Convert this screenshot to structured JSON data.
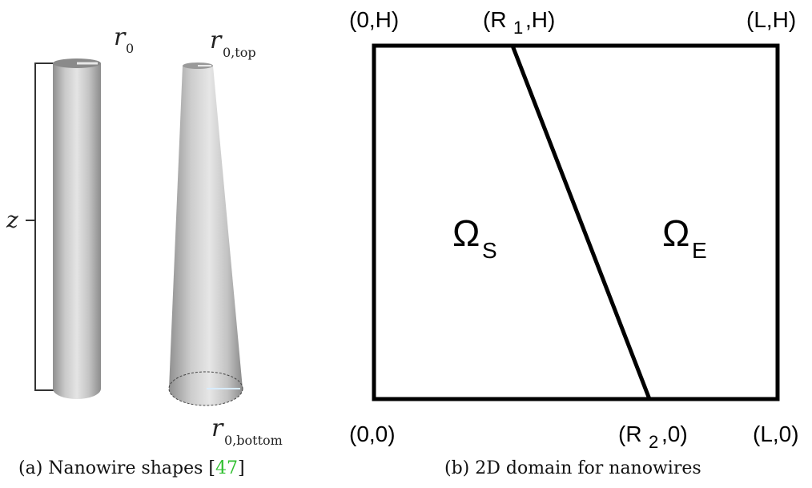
{
  "left_figure": {
    "labels": {
      "r0": "r",
      "r0_sub": "0",
      "r0_top": "r",
      "r0_top_sub": "0,top",
      "r0_bottom": "r",
      "r0_bottom_sub": "0,bottom",
      "z": "z"
    }
  },
  "right_figure": {
    "corners": {
      "top_left": "(0,H)",
      "top_right": "(L,H)",
      "bottom_left": "(0,0)",
      "bottom_right": "(L,0)",
      "r1_prefix": "(R",
      "r1_sub": "1",
      "r1_suffix": ",H)",
      "r2_prefix": "(R",
      "r2_sub": "2",
      "r2_suffix": ",0)"
    },
    "regions": {
      "omega_s": "Ω",
      "omega_s_sub": "S",
      "omega_e": "Ω",
      "omega_e_sub": "E"
    }
  },
  "captions": {
    "a_prefix": "(a) Nanowire shapes [",
    "a_cite": "47",
    "a_suffix": "]",
    "b": "(b) 2D domain for nanowires"
  }
}
